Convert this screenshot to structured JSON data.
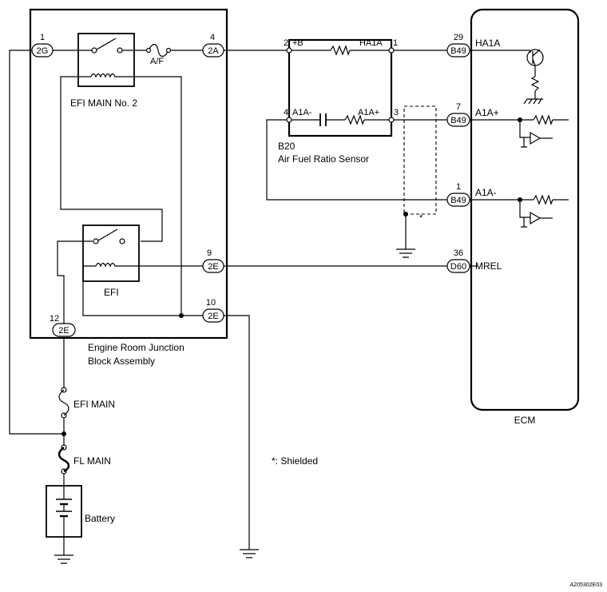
{
  "junction_block": {
    "label_line1": "Engine Room Junction",
    "label_line2": "Block Assembly",
    "relay_efi_main2": "EFI MAIN No. 2",
    "relay_efi": "EFI",
    "fuse_af": "A/F",
    "pins": {
      "p1": {
        "num": "1",
        "conn": "2G"
      },
      "p4": {
        "num": "4",
        "conn": "2A"
      },
      "p9": {
        "num": "9",
        "conn": "2E"
      },
      "p10": {
        "num": "10",
        "conn": "2E"
      },
      "p12": {
        "num": "12",
        "conn": "2E"
      }
    }
  },
  "sensor": {
    "id": "B20",
    "name": "Air Fuel Ratio Sensor",
    "term_b": "+B",
    "term_ha1a": "HA1A",
    "term_a1a_minus": "A1A-",
    "term_a1a_plus": "A1A+",
    "pin2": "2",
    "pin1": "1",
    "pin4": "4",
    "pin3": "3"
  },
  "ecm": {
    "label": "ECM",
    "pins": [
      {
        "num": "29",
        "conn": "B49",
        "signal": "HA1A"
      },
      {
        "num": "7",
        "conn": "B49",
        "signal": "A1A+"
      },
      {
        "num": "1",
        "conn": "B49",
        "signal": "A1A-"
      },
      {
        "num": "36",
        "conn": "D60",
        "signal": "MREL"
      }
    ]
  },
  "fuses": {
    "efi_main": "EFI MAIN",
    "fl_main": "FL MAIN"
  },
  "battery": "Battery",
  "shield_marker": "*",
  "shield_note": "*: Shielded",
  "figure_code": "A205302E03"
}
